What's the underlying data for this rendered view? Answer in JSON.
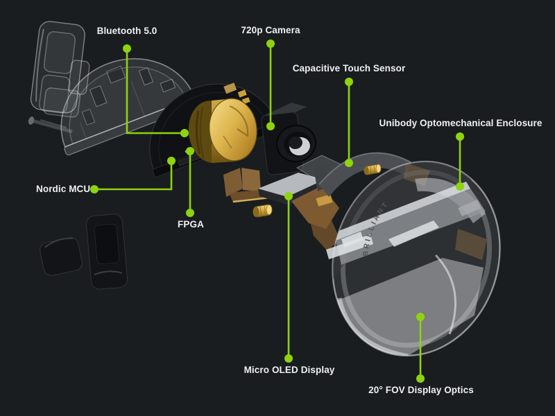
{
  "page": {
    "background": "#1a1d1f",
    "accent_color": "#8dd40e",
    "label_text_color": "#eef0f2"
  },
  "diagram": {
    "type": "exploded-view hardware diagram",
    "lens_engraving": "BRILLIANT",
    "labels": [
      {
        "id": "bluetooth",
        "text": "Bluetooth 5.0"
      },
      {
        "id": "camera",
        "text": "720p Camera"
      },
      {
        "id": "touch-sensor",
        "text": "Capacitive Touch Sensor"
      },
      {
        "id": "enclosure",
        "text": "Unibody Optomechanical Enclosure"
      },
      {
        "id": "nordic-mcu",
        "text": "Nordic MCU"
      },
      {
        "id": "fpga",
        "text": "FPGA"
      },
      {
        "id": "oled-display",
        "text": "Micro OLED Display"
      },
      {
        "id": "display-optics",
        "text": "20° FOV Display Optics"
      }
    ]
  }
}
